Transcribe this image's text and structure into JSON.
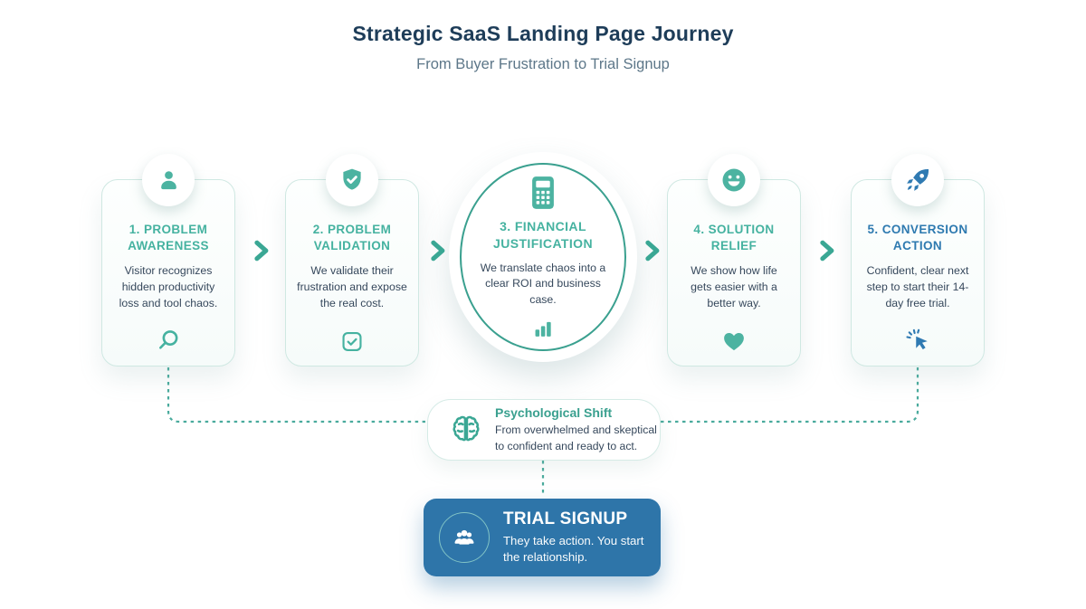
{
  "header": {
    "title": "Strategic SaaS Landing Page Journey",
    "subtitle": "From Buyer Frustration to Trial Signup"
  },
  "steps": [
    {
      "title": "1. PROBLEM AWARENESS",
      "body": "Visitor recognizes hidden productivity loss and tool chaos.",
      "top_icon": "person-icon",
      "bottom_icon": "magnifier-icon",
      "accent": "#45b2a0"
    },
    {
      "title": "2. PROBLEM VALIDATION",
      "body": "We validate their frustration and expose the real cost.",
      "top_icon": "shield-check-icon",
      "bottom_icon": "checkbox-icon",
      "accent": "#45b2a0"
    },
    {
      "title": "3. FINANCIAL JUSTIFICATION",
      "body": "We translate chaos into a clear ROI and business case.",
      "top_icon": "calculator-icon",
      "bottom_icon": "bar-chart-icon",
      "accent": "#45b2a0"
    },
    {
      "title": "4. SOLUTION RELIEF",
      "body": "We show how life gets easier with a better way.",
      "top_icon": "smiley-icon",
      "bottom_icon": "heart-icon",
      "accent": "#45b2a0"
    },
    {
      "title": "5. CONVERSION ACTION",
      "body": "Confident, clear next step to start their 14-day free trial.",
      "top_icon": "rocket-icon",
      "bottom_icon": "cursor-click-icon",
      "accent": "#2e7ab0"
    }
  ],
  "psych_shift": {
    "icon": "brain-icon",
    "title": "Psychological Shift",
    "body": "From overwhelmed and skeptical to confident and ready to act."
  },
  "trial_signup": {
    "icon": "people-group-icon",
    "title": "TRIAL SIGNUP",
    "body": "They take action. You start the relationship."
  },
  "colors": {
    "accent_teal": "#45b2a0",
    "accent_blue": "#2e7ab0",
    "trial_background": "#2e75a9",
    "title_navy": "#1e3d59",
    "subtitle_gray": "#5d7789",
    "body_text": "#36485c",
    "connector_teal": "#4aab9d"
  }
}
